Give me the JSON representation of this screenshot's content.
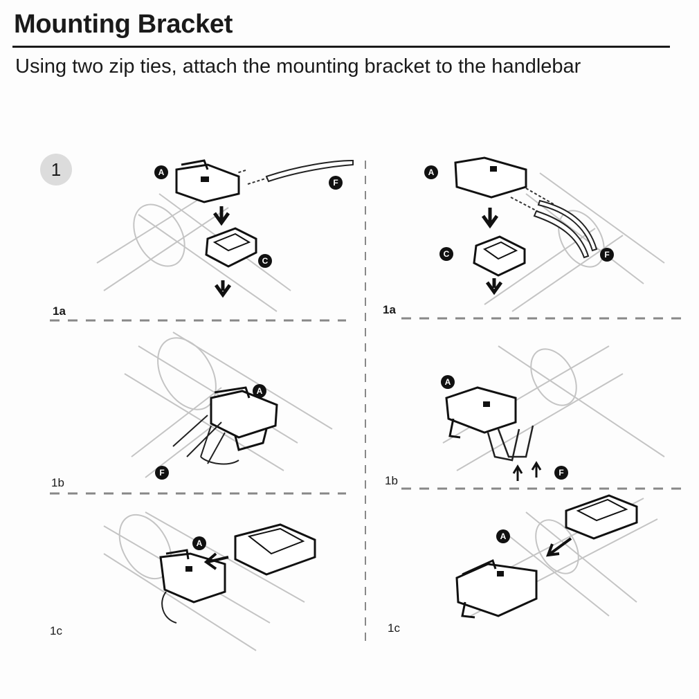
{
  "header": {
    "title": "Mounting Bracket",
    "subtitle": "Using two zip ties, attach the mounting bracket to the handlebar"
  },
  "step_number": "1",
  "panels": [
    {
      "label": "1a"
    },
    {
      "label": "1a"
    },
    {
      "label": "1b"
    },
    {
      "label": "1b"
    },
    {
      "label": "1c"
    },
    {
      "label": "1c"
    }
  ],
  "parts": {
    "bracket": "A",
    "rubber_pad": "C",
    "zip_tie": "F"
  }
}
